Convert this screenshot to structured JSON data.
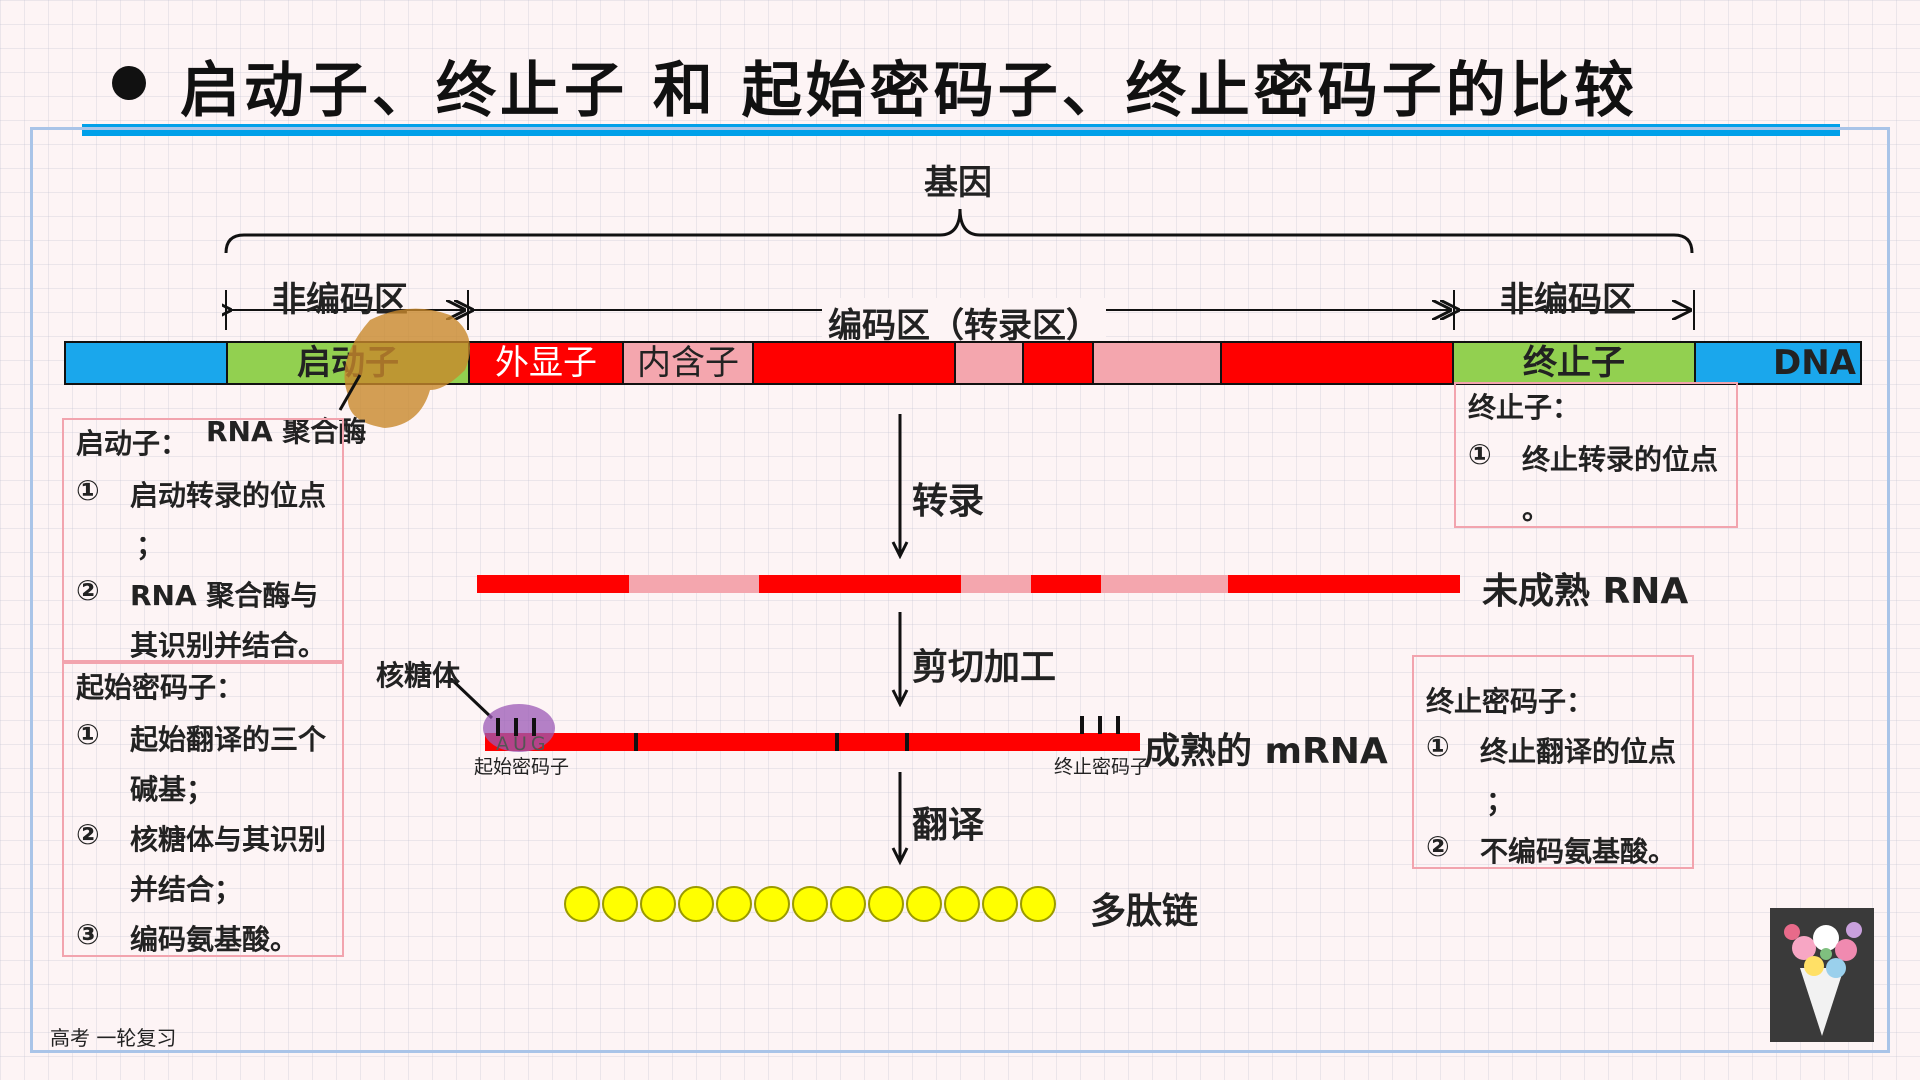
{
  "title": "启动子、终止子 和 起始密码子、终止密码子的比较",
  "gene_label": "基因",
  "regions": {
    "noncoding_left": "非编码区",
    "coding": "编码区（转录区）",
    "noncoding_right": "非编码区"
  },
  "dna": {
    "promoter": "启动子",
    "exon": "外显子",
    "intron": "内含子",
    "terminator": "终止子",
    "dna_label": "DNA"
  },
  "rna_polymerase": "RNA 聚合酶",
  "steps": {
    "transcription": "转录",
    "processing": "剪切加工",
    "translation": "翻译"
  },
  "rna": {
    "immature": "未成熟 RNA",
    "mature": "成熟的 mRNA",
    "ribosome": "核糖体",
    "aug": "AUG",
    "start_codon": "起始密码子",
    "stop_codon": "终止密码子",
    "polypeptide": "多肽链"
  },
  "promoter_box": {
    "title": "启动子：",
    "n1": "①",
    "l1a": "启动转录的位点",
    "l1b": "；",
    "n2": "②",
    "l2a": "RNA 聚合酶与",
    "l2b": "其识别并结合。"
  },
  "start_codon_box": {
    "title": "起始密码子：",
    "n1": "①",
    "l1a": "起始翻译的三个",
    "l1b": "碱基；",
    "n2": "②",
    "l2a": "核糖体与其识别",
    "l2b": "并结合；",
    "n3": "③",
    "l3": "编码氨基酸。"
  },
  "terminator_box": {
    "title": "终止子：",
    "n1": "①",
    "l1a": "终止转录的位点",
    "l1b": "。"
  },
  "stop_codon_box": {
    "title": "终止密码子：",
    "n1": "①",
    "l1a": "终止翻译的位点",
    "l1b": "；",
    "n2": "②",
    "l2": "不编码氨基酸。"
  },
  "footer": "高考 一轮复习",
  "colors": {
    "dna_blue": "#1aa7ec",
    "green": "#92d050",
    "exon_red": "#ff0000",
    "intron_pink": "#f4a6ae",
    "bead_yellow": "#ffff00",
    "accent_blue": "#00a0e9",
    "ribosome_purple": "#9b59b6",
    "polymerase_brown": "#c8882c"
  }
}
